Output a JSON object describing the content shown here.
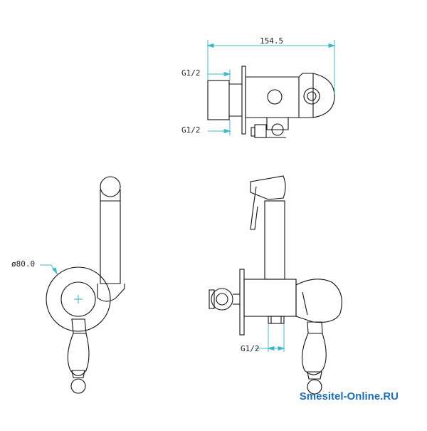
{
  "dimensions": {
    "top_width": "154.5",
    "top_thread_upper": "G1/2",
    "top_thread_lower": "G1/2",
    "diameter": "ø80.0",
    "side_thread": "G1/2"
  },
  "watermark": "Smesitel-Online.RU",
  "colors": {
    "dimension": "#3fb8c9",
    "line": "#111111",
    "watermark": "#1e6fb3"
  }
}
